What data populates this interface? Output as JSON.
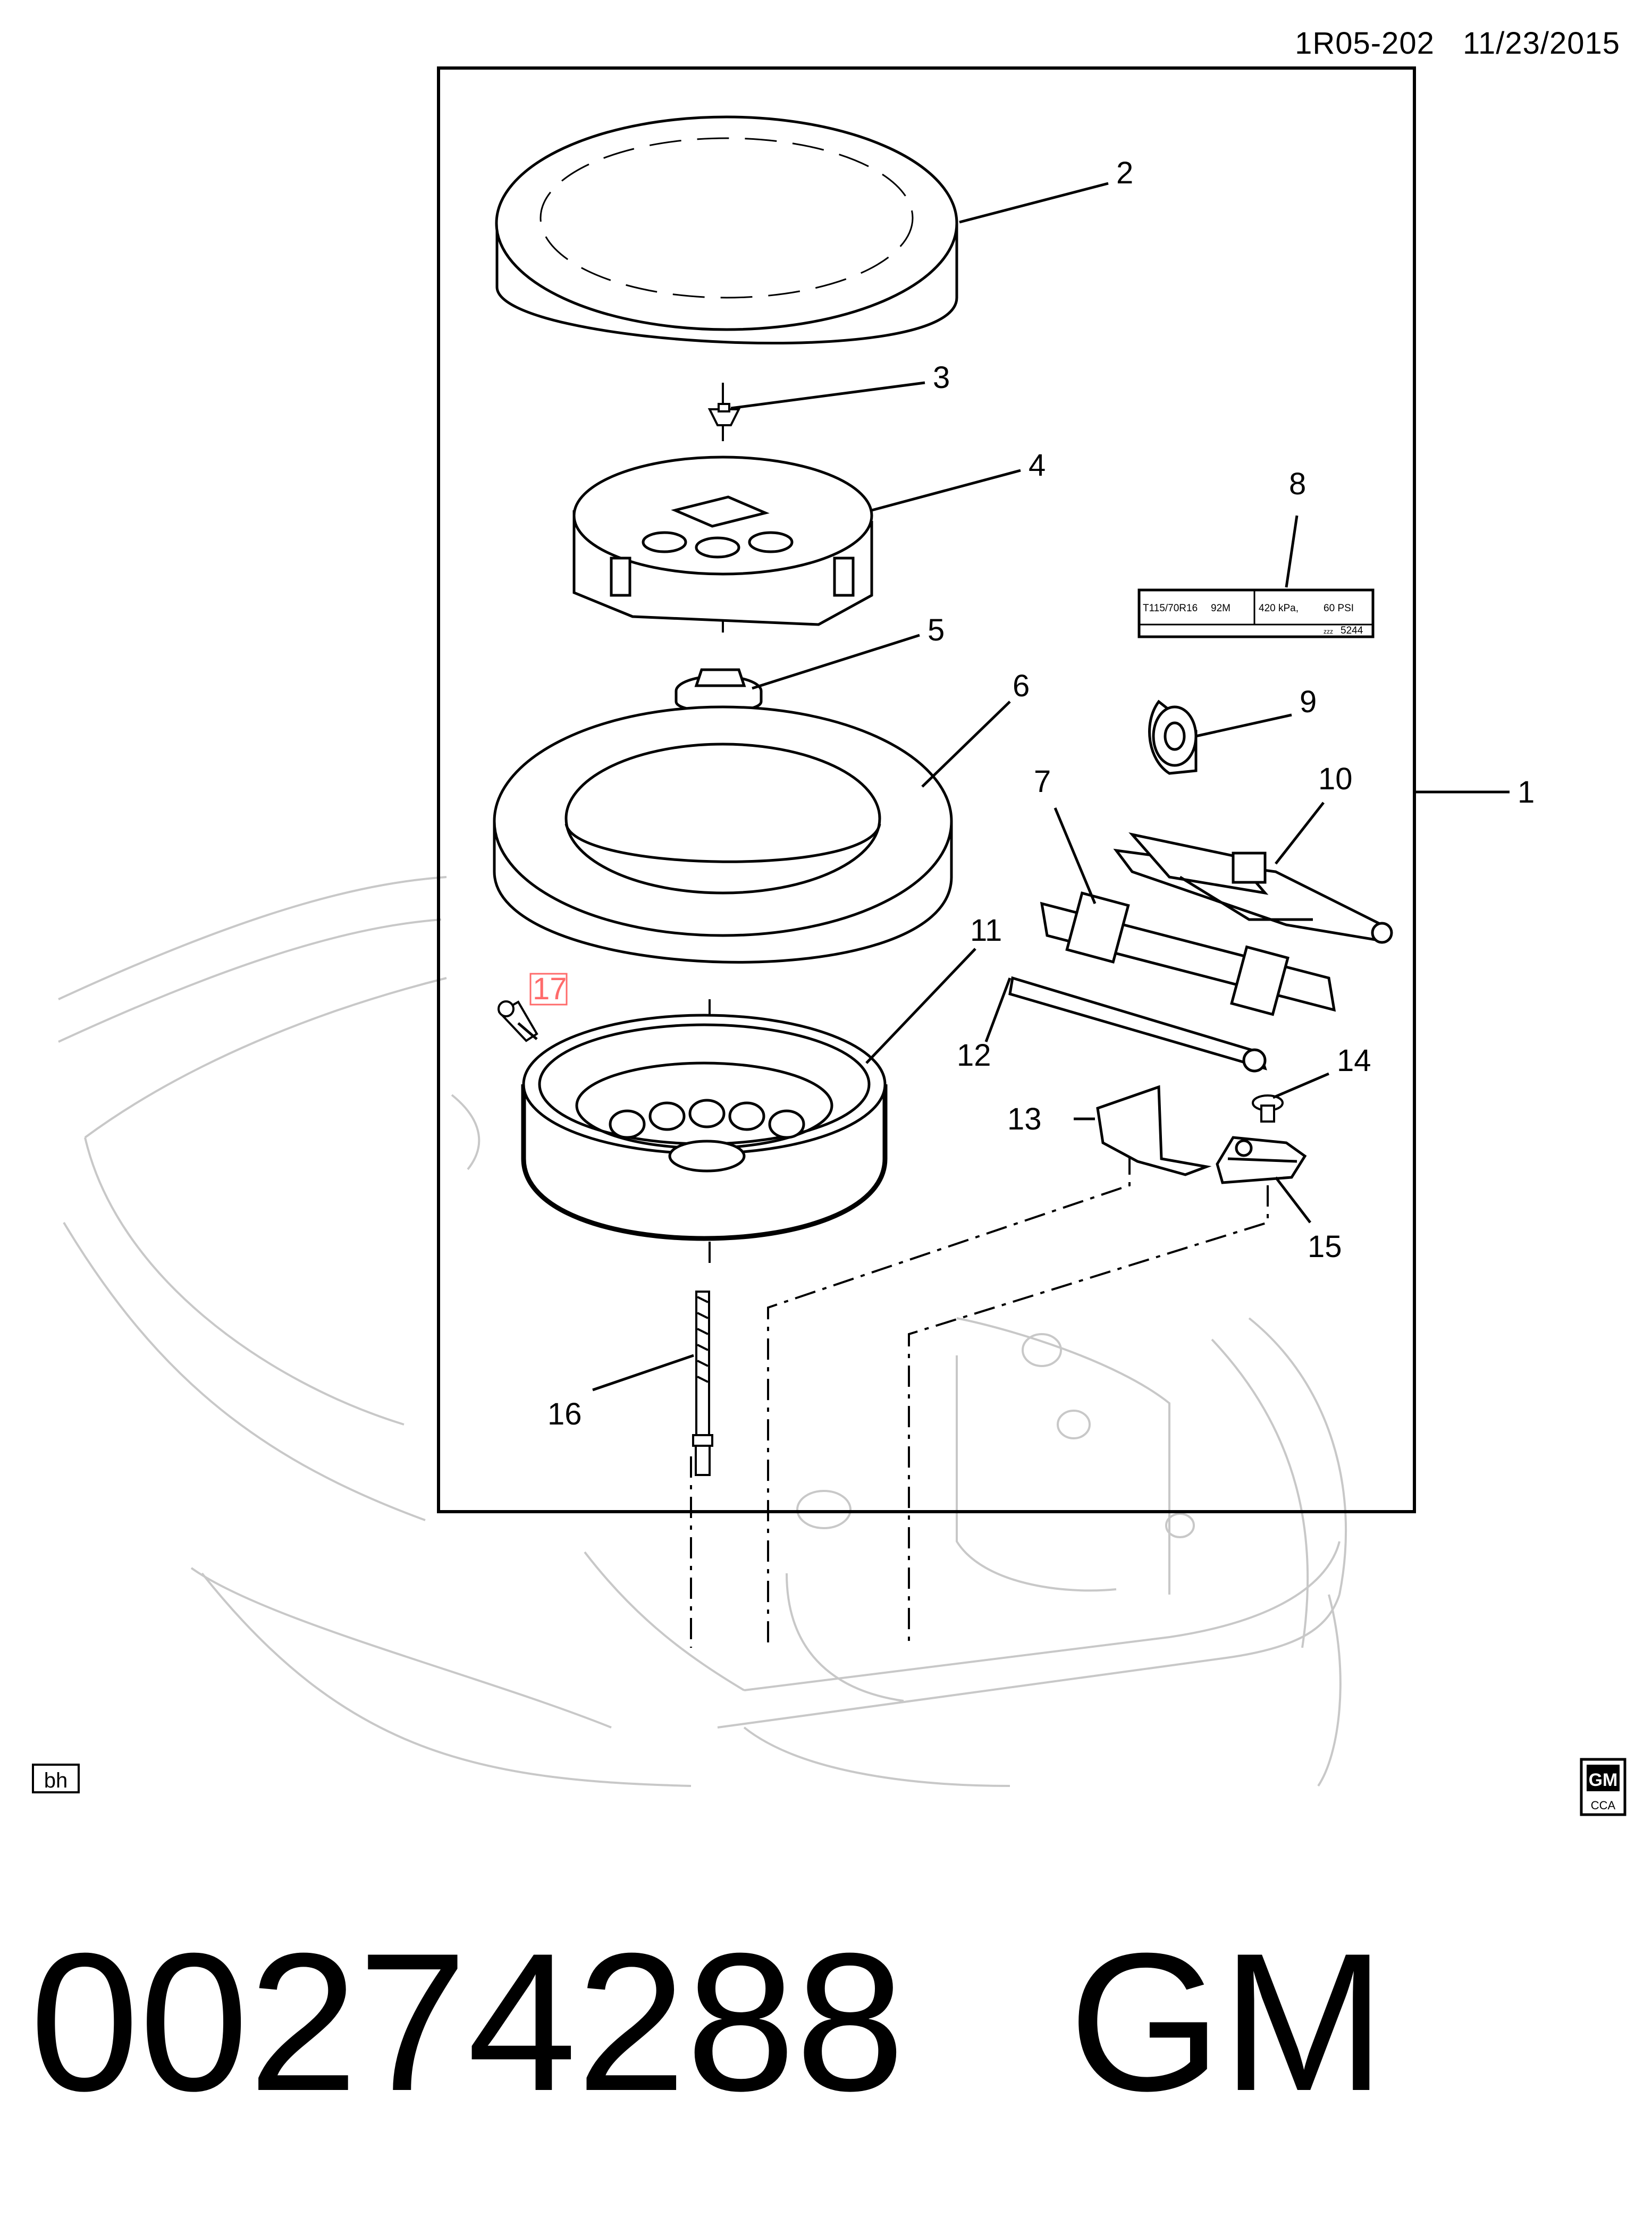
{
  "header": {
    "code": "1R05-202",
    "date": "11/23/2015"
  },
  "callouts": {
    "c1": "1",
    "c2": "2",
    "c3": "3",
    "c4": "4",
    "c5": "5",
    "c6": "6",
    "c7": "7",
    "c8": "8",
    "c9": "9",
    "c10": "10",
    "c11": "11",
    "c12": "12",
    "c13": "13",
    "c14": "14",
    "c15": "15",
    "c16": "16",
    "c17": "17"
  },
  "label": {
    "tire_size": "T115/70R16",
    "load": "92M",
    "pressure_kpa": "420 kPa,",
    "pressure_psi": "60 PSI",
    "ref": "5244",
    "ref_prefix": "zzz"
  },
  "corner_tag": "bh",
  "logo": {
    "top": "GM",
    "bottom": "CCA"
  },
  "footer": {
    "part_number": "00274288",
    "brand": "GM"
  }
}
